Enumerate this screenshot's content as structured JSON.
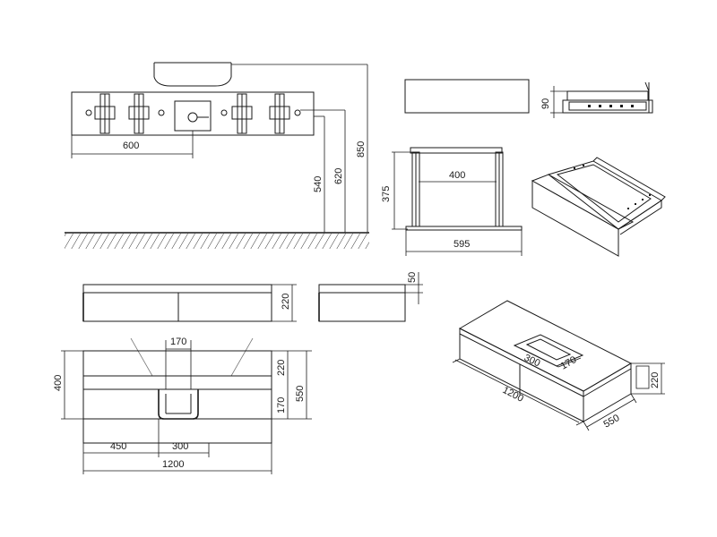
{
  "drawing": {
    "wall_mount": {
      "spacing": "600",
      "height_a": "540",
      "height_b": "620",
      "height_c": "850"
    },
    "drawer_front": {
      "depth": "90"
    },
    "frame": {
      "height": "375",
      "inner_width": "400",
      "outer_width": "595"
    },
    "side_elevation": {
      "height": "220",
      "top_thickness": "50"
    },
    "plan": {
      "left_height": "400",
      "basin_width": "170",
      "rear_depth": "220",
      "basin_depth": "170",
      "total_depth": "550",
      "offset": "450",
      "basin_length": "300",
      "total_width": "1200"
    },
    "isometric": {
      "basin_length": "300",
      "basin_width": "170",
      "width": "1200",
      "depth": "550",
      "height": "220"
    }
  }
}
